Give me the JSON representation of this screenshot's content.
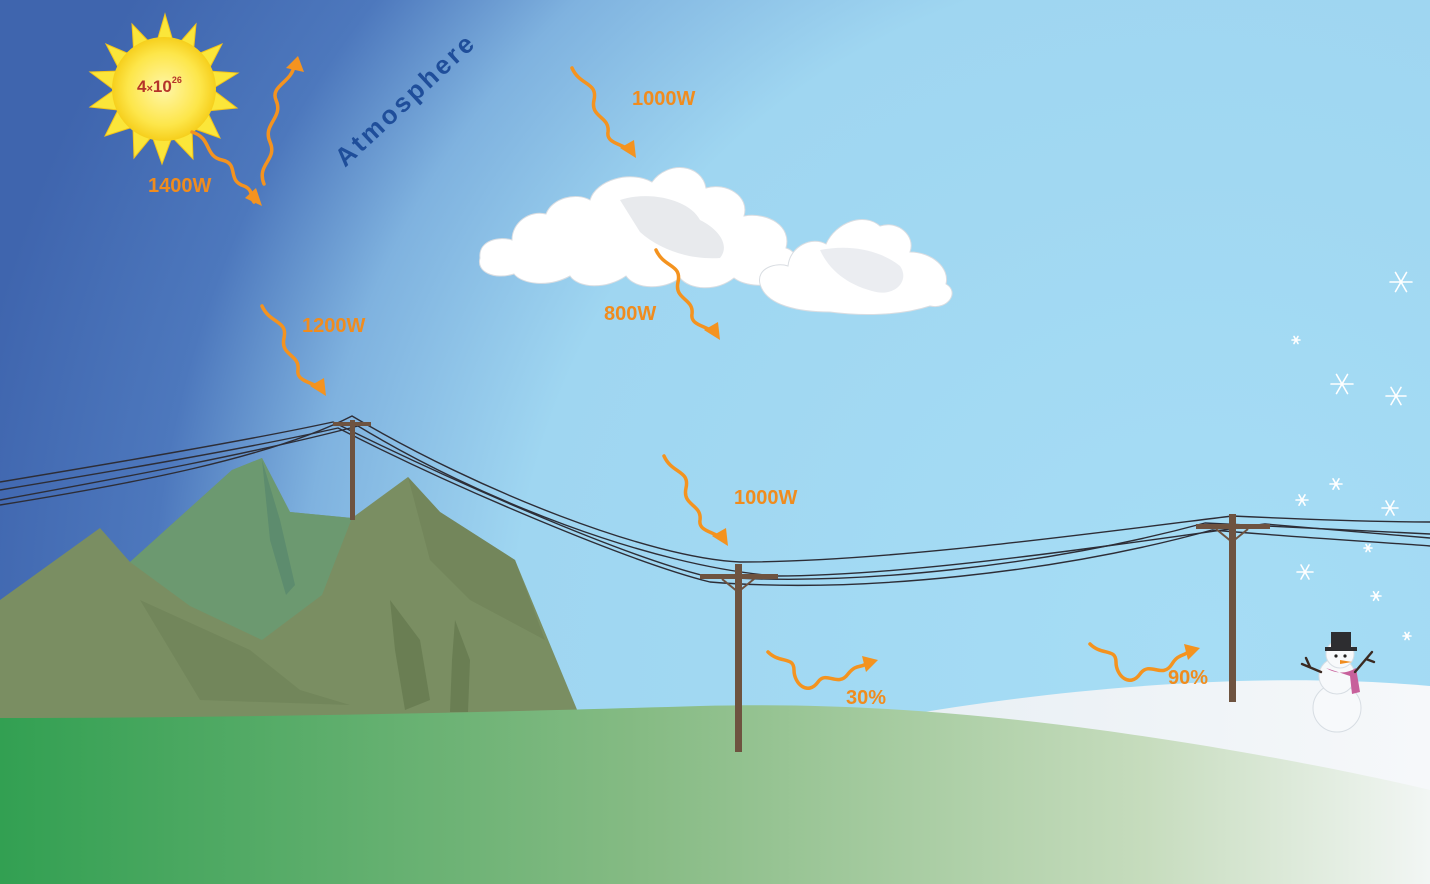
{
  "sun": {
    "label_base": "4",
    "label_times": "×",
    "label_ten": "10",
    "label_exp": "26"
  },
  "atmosphere_label": "Atmosphere",
  "labels": {
    "sun_flux": "1400W",
    "upper_sky": "1000W",
    "under_cloud": "800W",
    "mountain": "1200W",
    "pole_middle": "1000W",
    "grass_reflect": "30%",
    "snow_reflect": "90%"
  },
  "colors": {
    "arrow": "#f4931f",
    "label": "#f08c1e",
    "atmosphere_text": "#1f4e9a",
    "sky_light": "#a6dcf4",
    "sky_dark": "#3f67b0",
    "grass": "#35a155",
    "snow": "#f2f6f7"
  }
}
